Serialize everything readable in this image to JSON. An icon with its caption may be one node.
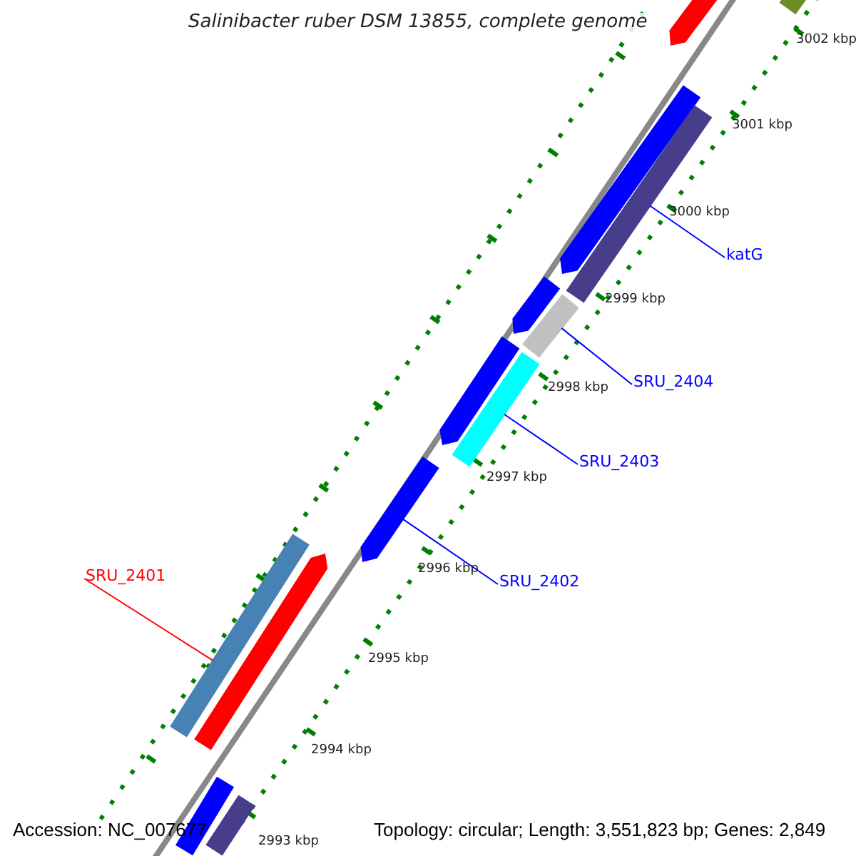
{
  "diagram": {
    "title": "Salinibacter ruber DSM 13855, complete genome",
    "nodes": [
      {
        "text": [
          "katG"
        ]
      },
      {
        "text": [],
        "shape": "bar"
      },
      {
        "text": [
          "SRU_2404"
        ]
      },
      {
        "text": [],
        "shape": "bar"
      },
      {
        "text": [
          "SRU_2403"
        ]
      },
      {
        "text": [],
        "shape": "bar"
      },
      {
        "text": [
          "SRU_2402"
        ]
      },
      {
        "text": [],
        "shape": "bar"
      },
      {
        "text": [
          "SRU_2401"
        ]
      },
      {
        "text": [],
        "shape": "bar"
      }
    ],
    "edges": [
      {
        "from": 0,
        "to": 1,
        "arrow": "none"
      },
      {
        "from": 2,
        "to": 3,
        "arrow": "none"
      },
      {
        "from": 4,
        "to": 5,
        "arrow": "none"
      },
      {
        "from": 6,
        "to": 7,
        "arrow": "none"
      },
      {
        "from": 8,
        "to": 9,
        "arrow": "none",
        "color": "#ff0000"
      }
    ],
    "labels": [
      "3002 kbp",
      "3001 kbp",
      "3000 kbp",
      "2999 kbp",
      "2998 kbp",
      "2997 kbp",
      "2996 kbp",
      "2995 kbp",
      "2994 kbp",
      "2993 kbp",
      "Accession: NC_007677",
      "Topology: circular; Length: 3,551,823 bp; Genes: 2,849"
    ]
  }
}
